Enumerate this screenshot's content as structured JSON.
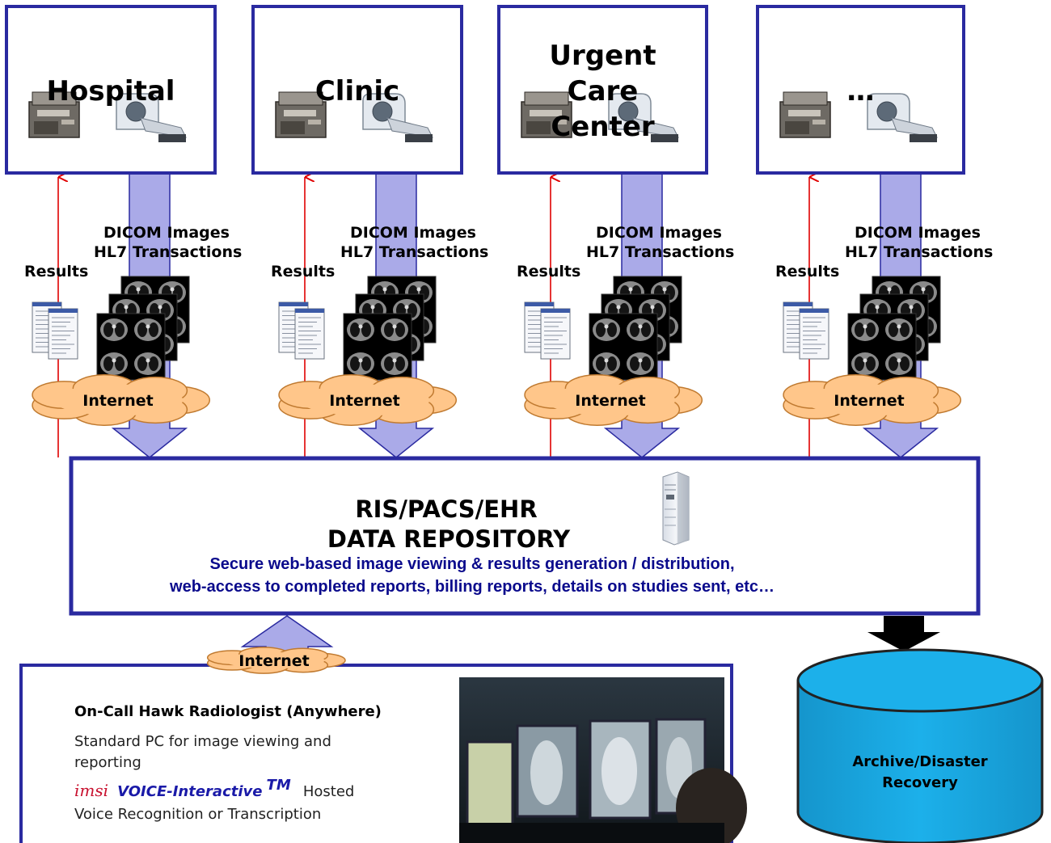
{
  "facilities": [
    {
      "label_lines": [
        "Hospital"
      ],
      "results_label": "Results",
      "flow_lines": [
        "DICOM Images",
        "HL7 Transactions"
      ],
      "cloud_label": "Internet"
    },
    {
      "label_lines": [
        "Clinic"
      ],
      "results_label": "Results",
      "flow_lines": [
        "DICOM Images",
        "HL7 Transactions"
      ],
      "cloud_label": "Internet"
    },
    {
      "label_lines": [
        "Urgent",
        "Care",
        "Center"
      ],
      "results_label": "Results",
      "flow_lines": [
        "DICOM Images",
        "HL7 Transactions"
      ],
      "cloud_label": "Internet"
    },
    {
      "label_lines": [
        "…"
      ],
      "results_label": "Results",
      "flow_lines": [
        "DICOM Images",
        "HL7 Transactions"
      ],
      "cloud_label": "Internet"
    }
  ],
  "repository": {
    "title_line1": "RIS/PACS/EHR",
    "title_line2": "DATA REPOSITORY",
    "subtitle_line1": "Secure web-based image viewing & results generation / distribution,",
    "subtitle_line2": "web-access to completed reports, billing reports, details on studies sent, etc…"
  },
  "radiologist": {
    "cloud_label": "Internet",
    "title": "On-Call Hawk Radiologist (Anywhere)",
    "line1": "Standard PC for image viewing and",
    "line2": "reporting",
    "brand": "imsi",
    "product": "VOICE-Interactive",
    "trademark": "TM",
    "product_suffix": "Hosted",
    "line4": "Voice Recognition or Transcription"
  },
  "archive": {
    "line1": "Archive/Disaster",
    "line2": "Recovery"
  },
  "colors": {
    "box_border": "#2a2aa0",
    "flow_arrow": "#aaaae8",
    "results_arrow": "#e00000",
    "cloud_fill": "#ffc68a",
    "cloud_stroke": "#c07a30",
    "archive_fill": "#1ba7e0",
    "archive_stroke": "#222222",
    "subtitle_text": "#0a0a8c"
  }
}
